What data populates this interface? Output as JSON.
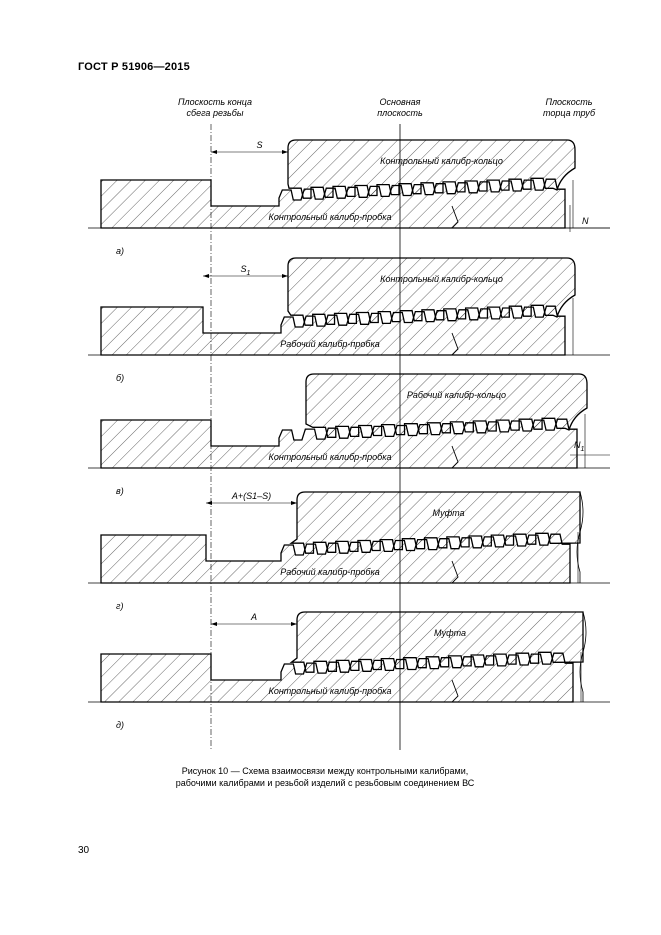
{
  "header": {
    "title": "ГОСТ Р 51906—2015"
  },
  "labels": {
    "plane_runout": [
      "Плоскость конца",
      "сбега резьбы"
    ],
    "plane_main": [
      "Основная",
      "плоскость"
    ],
    "plane_pipe": [
      "Плоскость",
      "торца труб"
    ]
  },
  "panels": [
    {
      "letter": "а)",
      "ring": "Контрольный калибр-кольцо",
      "plug": "Контрольный калибр-пробка",
      "dim": "S",
      "end_dim": "N"
    },
    {
      "letter": "б)",
      "ring": "Контрольный калибр-кольцо",
      "plug": "Рабочий калибр-пробка",
      "dim": "S",
      "dim_sub": "1",
      "end_dim": ""
    },
    {
      "letter": "в)",
      "ring": "Рабочий калибр-кольцо",
      "plug": "Контрольный калибр-пробка",
      "dim": "",
      "end_dim": "N",
      "end_dim_sub": "1"
    },
    {
      "letter": "г)",
      "ring": "Муфта",
      "plug": "Рабочий калибр-пробка",
      "dim": "A+(S1–S)",
      "end_dim": ""
    },
    {
      "letter": "д)",
      "ring": "Муфта",
      "plug": "Контрольный калибр-пробка",
      "dim": "A",
      "end_dim": ""
    }
  ],
  "caption": {
    "line1": "Рисунок 10 — Схема взаимосвязи между контрольными калибрами,",
    "line2": "рабочими калибрами и резьбой изделий с резьбовым соединением ВС"
  },
  "page_number": "30"
}
